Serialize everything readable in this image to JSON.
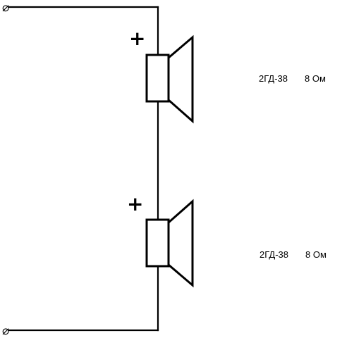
{
  "terminals": {
    "symbol": "⌀"
  },
  "speakers": [
    {
      "polarity": "+",
      "model": "2ГД-38",
      "impedance": "8 Ом"
    },
    {
      "polarity": "+",
      "model": "2ГД-38",
      "impedance": "8 Ом"
    }
  ]
}
